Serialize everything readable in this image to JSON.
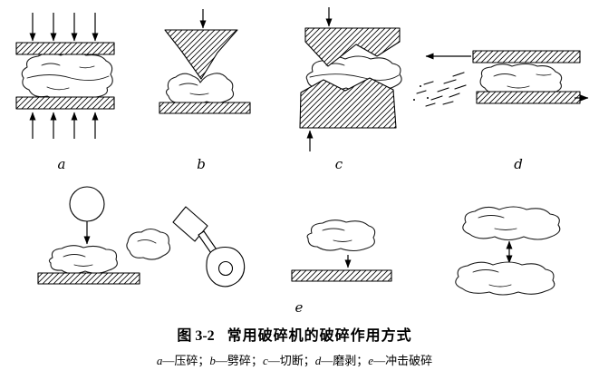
{
  "figure": {
    "caption": {
      "number": "图 3-2",
      "title": "常用破碎机的破碎作用方式"
    },
    "legend": {
      "dash": "—",
      "separator": "；",
      "items": [
        {
          "letter": "a",
          "term": "压碎"
        },
        {
          "letter": "b",
          "term": "劈碎"
        },
        {
          "letter": "c",
          "term": "切断"
        },
        {
          "letter": "d",
          "term": "磨剥"
        },
        {
          "letter": "e",
          "term": "冲击破碎"
        }
      ]
    },
    "panels": [
      {
        "label": "a"
      },
      {
        "label": "b"
      },
      {
        "label": "c"
      },
      {
        "label": "d"
      },
      {
        "label": "e"
      }
    ],
    "colors": {
      "ink": "#000000",
      "background": "#ffffff"
    }
  }
}
